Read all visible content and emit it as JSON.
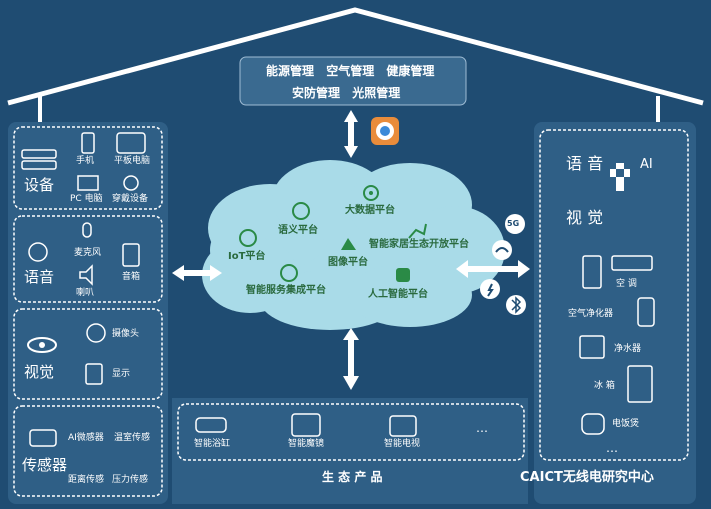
{
  "top_box": {
    "line1": [
      "能源管理",
      "空气管理",
      "健康管理"
    ],
    "line2": [
      "安防管理",
      "光照管理"
    ]
  },
  "left": {
    "devices": {
      "title": "设备",
      "items": [
        "手机",
        "平板电脑",
        "PC 电脑",
        "穿戴设备"
      ]
    },
    "voice": {
      "title": "语音",
      "items": [
        "麦克风",
        "音箱",
        "喇叭"
      ]
    },
    "vision": {
      "title": "视觉",
      "items": [
        "摄像头",
        "显示"
      ]
    },
    "sensors": {
      "title": "传感器",
      "items": [
        "AI微感器",
        "温室传感",
        "距离传感",
        "压力传感"
      ]
    }
  },
  "cloud": {
    "items": [
      "语义平台",
      "大数据平台",
      "IoT平台",
      "图像平台",
      "智能家居生态开放平台",
      "智能服务集成平台",
      "人工智能平台"
    ]
  },
  "connectivity": [
    "5G"
  ],
  "right": {
    "voice": "语 音",
    "ai": "AI",
    "vision": "视 觉",
    "items": [
      "空 调",
      "空气净化器",
      "净水器",
      "冰 箱",
      "电饭煲"
    ],
    "more": "…"
  },
  "eco": {
    "title": "生 态 产 品",
    "items": [
      "智能浴缸",
      "智能魔镜",
      "智能电视"
    ],
    "more": "…"
  },
  "watermark": "CAICT无线电研究中心"
}
